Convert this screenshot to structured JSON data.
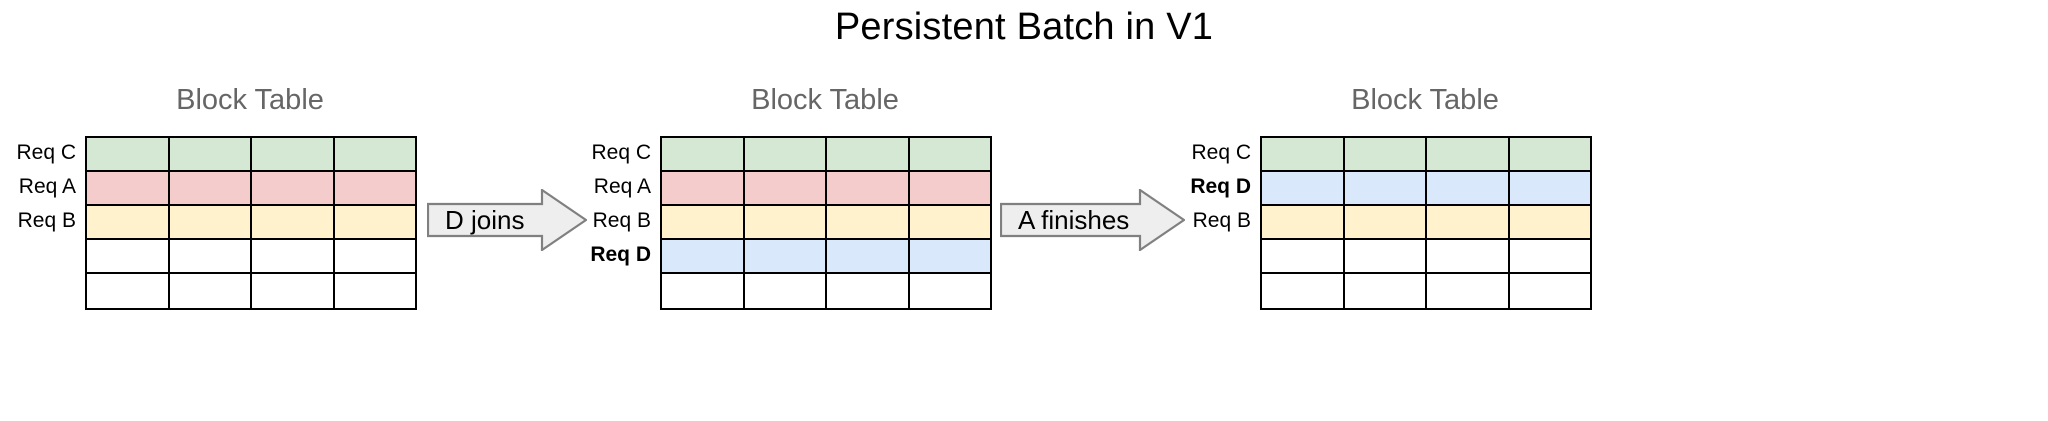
{
  "title": "Persistent Batch in V1",
  "palette": {
    "green": "#d5e8d4",
    "pink": "#f4cccc",
    "yellow": "#fff2cc",
    "blue": "#dae8fc",
    "empty": "#ffffff",
    "grid_line": "#000000",
    "caption_text": "#666666",
    "arrow_fill": "#eeeeee",
    "arrow_stroke": "#808080"
  },
  "stages": [
    {
      "caption": "Block Table",
      "columns": 4,
      "rows": [
        {
          "label": "Req C",
          "bold": false,
          "color": "#d5e8d4"
        },
        {
          "label": "Req A",
          "bold": false,
          "color": "#f4cccc"
        },
        {
          "label": "Req B",
          "bold": false,
          "color": "#fff2cc"
        },
        {
          "label": "",
          "bold": false,
          "color": "#ffffff"
        },
        {
          "label": "",
          "bold": false,
          "color": "#ffffff"
        }
      ]
    },
    {
      "caption": "Block Table",
      "columns": 4,
      "rows": [
        {
          "label": "Req C",
          "bold": false,
          "color": "#d5e8d4"
        },
        {
          "label": "Req A",
          "bold": false,
          "color": "#f4cccc"
        },
        {
          "label": "Req B",
          "bold": false,
          "color": "#fff2cc"
        },
        {
          "label": "Req D",
          "bold": true,
          "color": "#dae8fc"
        },
        {
          "label": "",
          "bold": false,
          "color": "#ffffff"
        }
      ]
    },
    {
      "caption": "Block Table",
      "columns": 4,
      "rows": [
        {
          "label": "Req C",
          "bold": false,
          "color": "#d5e8d4"
        },
        {
          "label": "Req D",
          "bold": true,
          "color": "#dae8fc"
        },
        {
          "label": "Req B",
          "bold": false,
          "color": "#fff2cc"
        },
        {
          "label": "",
          "bold": false,
          "color": "#ffffff"
        },
        {
          "label": "",
          "bold": false,
          "color": "#ffffff"
        }
      ]
    }
  ],
  "arrows": [
    {
      "label": "D joins"
    },
    {
      "label": "A finishes"
    }
  ]
}
